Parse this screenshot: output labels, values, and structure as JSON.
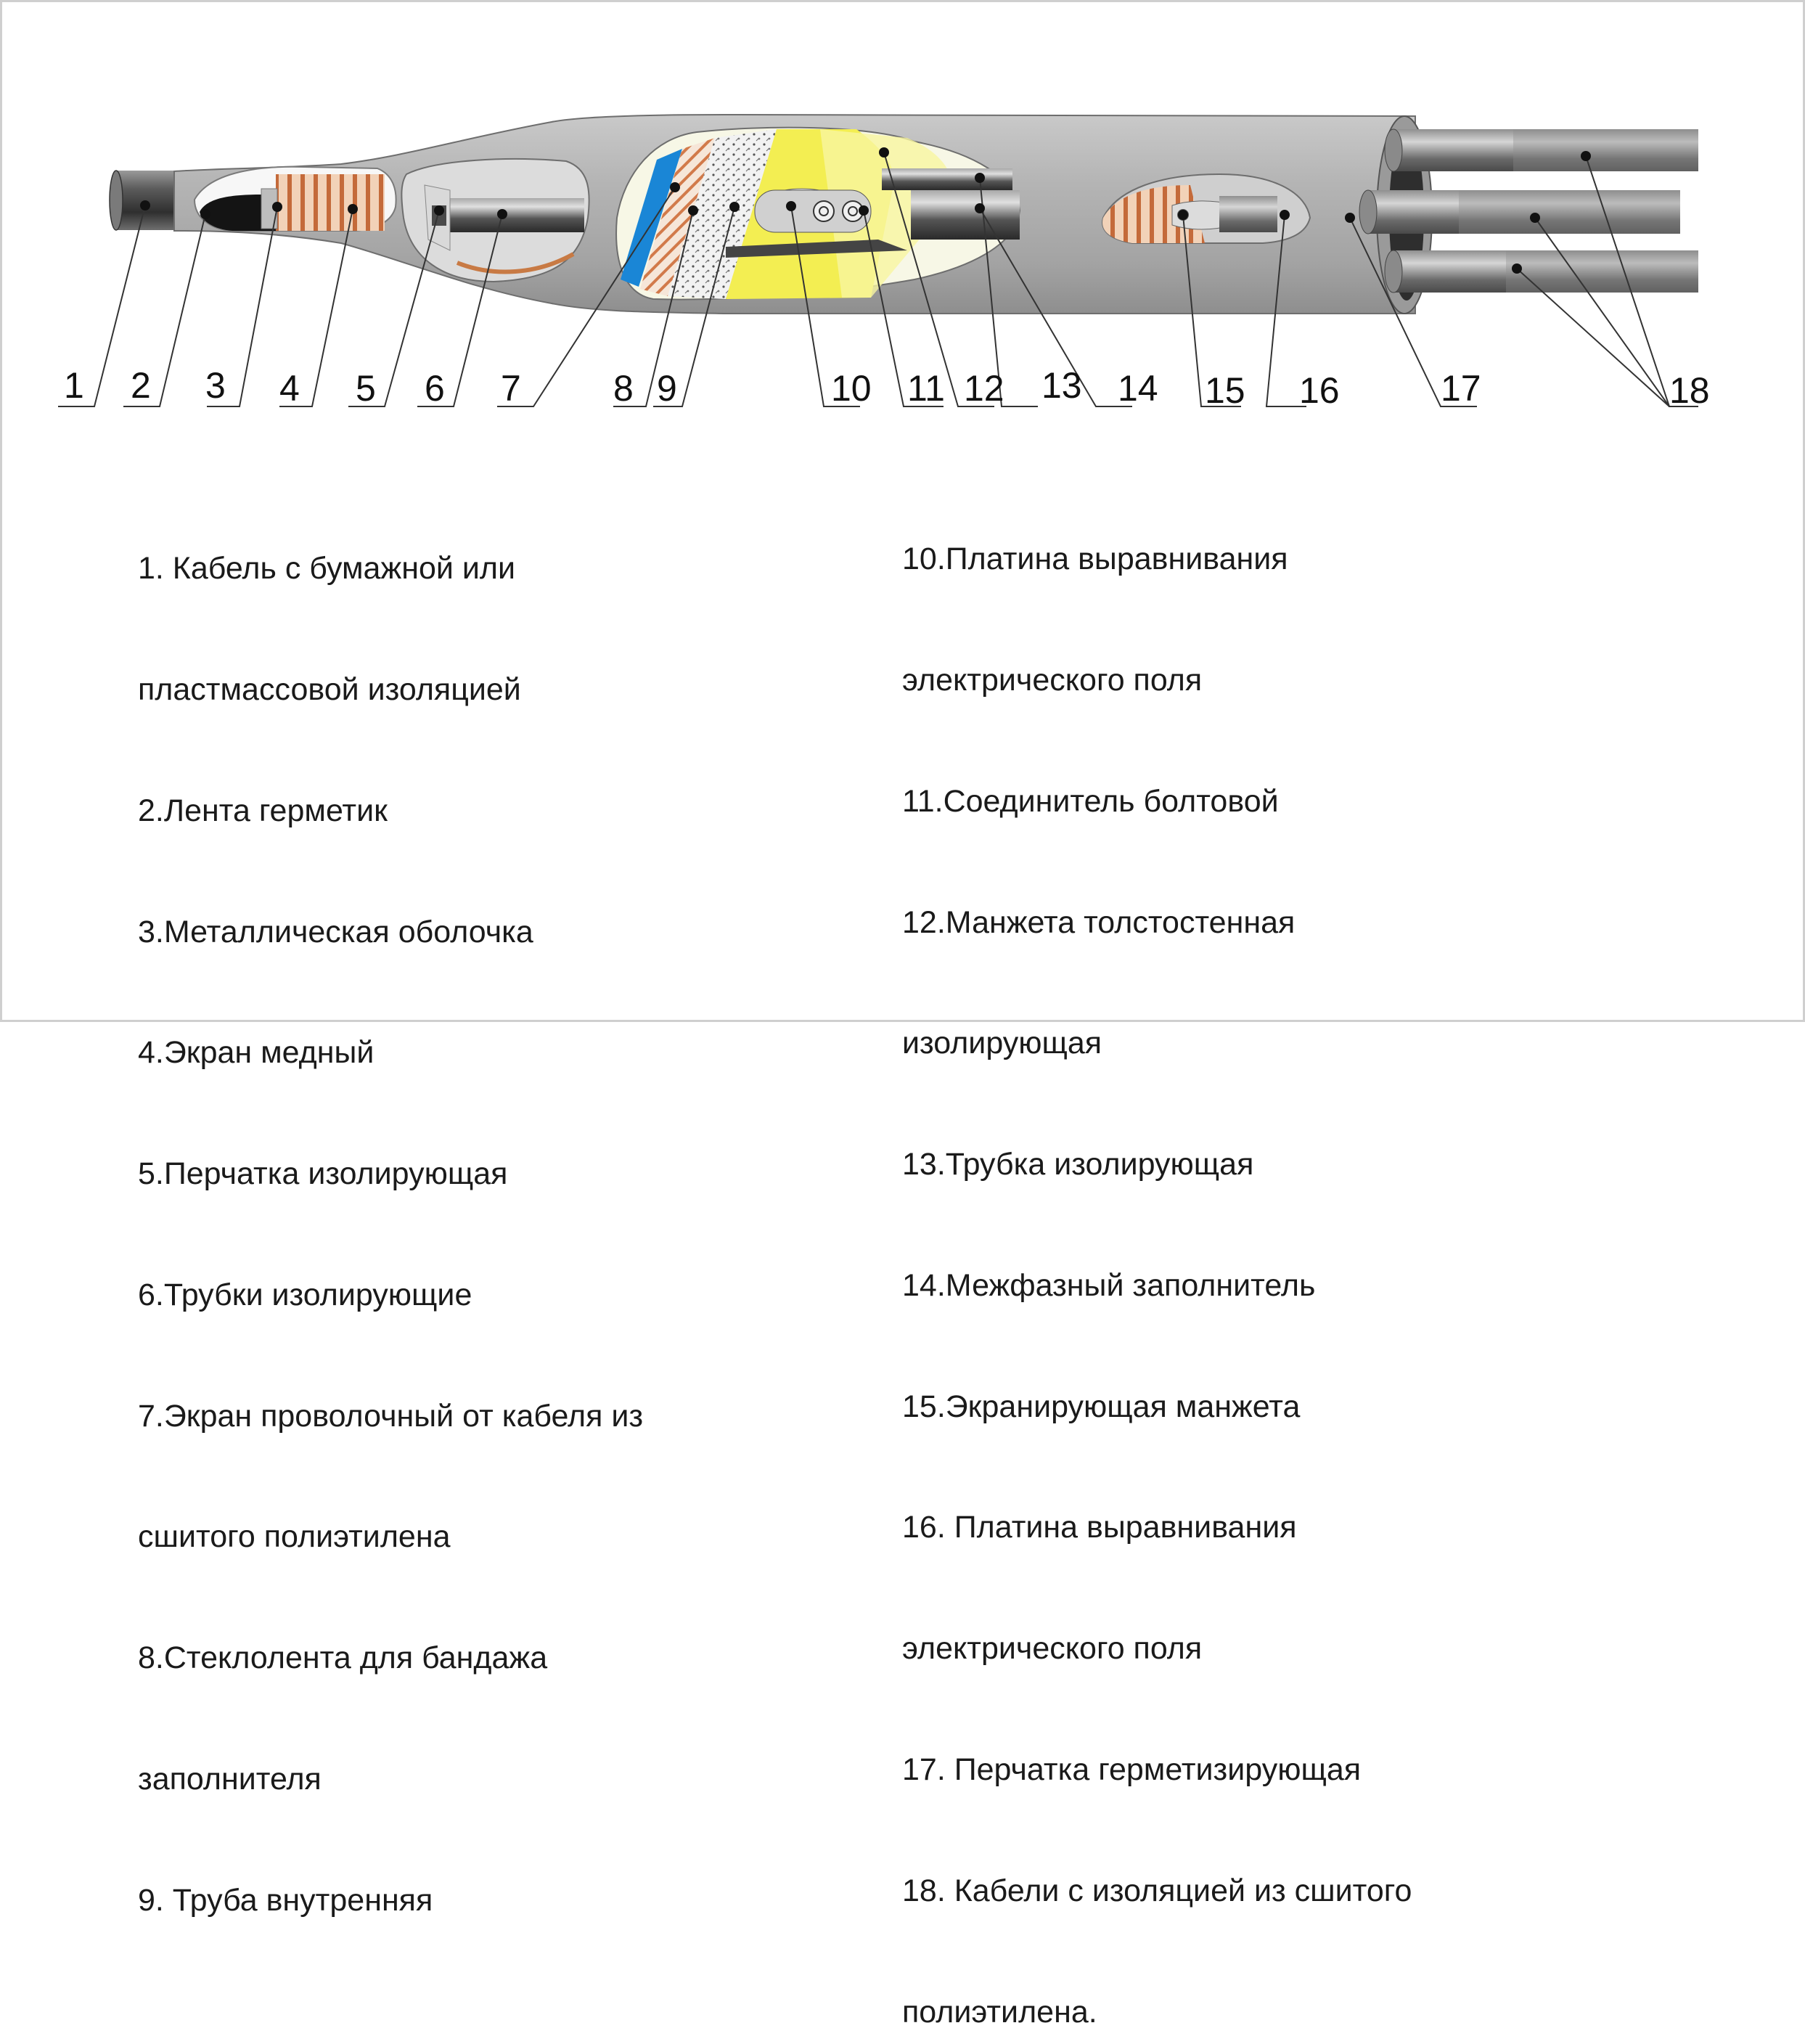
{
  "labels": [
    "1",
    "2",
    "3",
    "4",
    "5",
    "6",
    "7",
    "8",
    "9",
    "10",
    "11",
    "12",
    "13",
    "14",
    "15",
    "16",
    "17",
    "18"
  ],
  "legend_left": [
    "1. Кабель с бумажной или",
    "пластмассовой изоляцией",
    "2.Лента герметик",
    "3.Металлическая оболочка",
    "4.Экран медный",
    "5.Перчатка изолирующая",
    "6.Трубки изолирующие",
    "7.Экран проволочный от кабеля из",
    "сшитого полиэтилена",
    "8.Стеклолента для бандажа",
    "заполнителя",
    "9. Труба внутренняя"
  ],
  "legend_right": [
    "10.Платина выравнивания",
    "электрического поля",
    "11.Соединитель болтовой",
    "12.Манжета толстостенная",
    "изолирующая",
    "13.Трубка изолирующая",
    "14.Межфазный заполнитель",
    "15.Экранирующая манжета",
    "16. Платина выравнивания",
    "электрического поля",
    "17. Перчатка герметизирующая",
    "18. Кабели с изоляцией из сшитого",
    "полиэтилена."
  ]
}
